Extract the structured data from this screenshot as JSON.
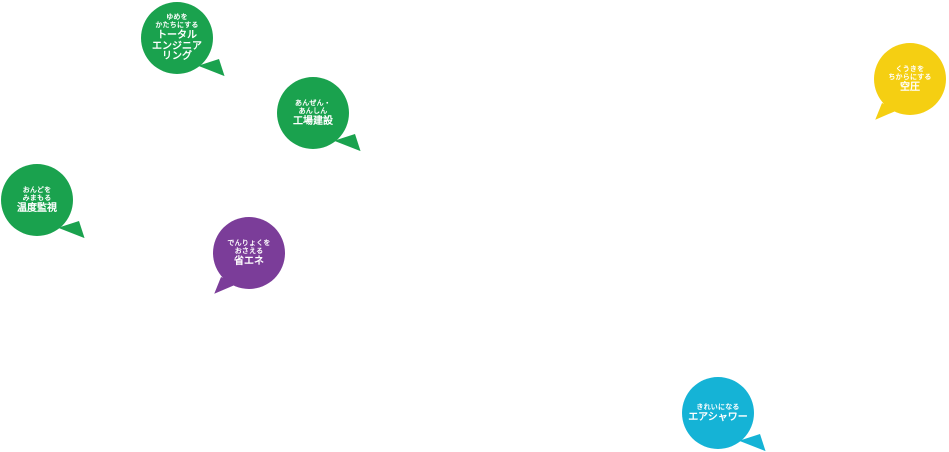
{
  "bubbles": {
    "total": {
      "kana": "ゆめを\nかたちにする",
      "title": "トータル\nエンジニア\nリング",
      "color": "#1aa24e"
    },
    "factory": {
      "kana": "あんぜん・\nあんしん",
      "title": "工場建設",
      "color": "#1aa24e"
    },
    "temp": {
      "kana": "おんどを\nみまもる",
      "title": "温度監視",
      "color": "#1aa24e"
    },
    "eco": {
      "kana": "でんりょくを\nおさえる",
      "title": "省エネ",
      "color": "#7b3d99"
    },
    "air": {
      "kana": "くうきを\nちからにする",
      "title": "空圧",
      "color": "#f5cf12"
    },
    "shower": {
      "kana": "きれいになる",
      "title": "エアシャワー",
      "color": "#15b3d6"
    }
  }
}
